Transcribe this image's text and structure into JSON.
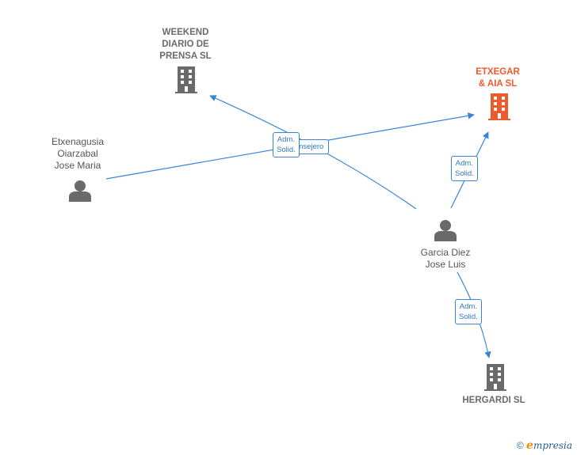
{
  "colors": {
    "edge": "#3a84d6",
    "company_gray": "#6a6a6a",
    "company_highlight": "#ee5a2c",
    "person_gray": "#6a6a6a"
  },
  "nodes": {
    "weekend": {
      "type": "company",
      "icon": "building-icon",
      "lines": [
        "WEEKEND",
        "DIARIO DE",
        "PRENSA SL"
      ]
    },
    "etxegar": {
      "type": "company",
      "icon": "building-icon",
      "highlight": true,
      "lines": [
        "ETXEGAR",
        "& AIA  SL"
      ]
    },
    "etxenagusia": {
      "type": "person",
      "icon": "person-icon",
      "lines": [
        "Etxenagusia",
        "Oiarzabal",
        "Jose Maria"
      ]
    },
    "garcia": {
      "type": "person",
      "icon": "person-icon",
      "lines": [
        "Garcia Diez",
        "Jose Luis"
      ]
    },
    "hergardi": {
      "type": "company",
      "icon": "building-icon",
      "lines": [
        "HERGARDI  SL"
      ]
    }
  },
  "edges": {
    "etxenagusia_etxegar": {
      "label_lines": [
        "Consejero"
      ]
    },
    "garcia_weekend": {
      "label_lines": [
        "Adm.",
        "Solid."
      ]
    },
    "garcia_etxegar": {
      "label_lines": [
        "Adm.",
        "Solid."
      ]
    },
    "garcia_hergardi": {
      "label_lines": [
        "Adm.",
        "Solid."
      ]
    }
  },
  "footer": {
    "copyright": "©",
    "brand_e": "e",
    "brand_rest": "mpresia"
  }
}
